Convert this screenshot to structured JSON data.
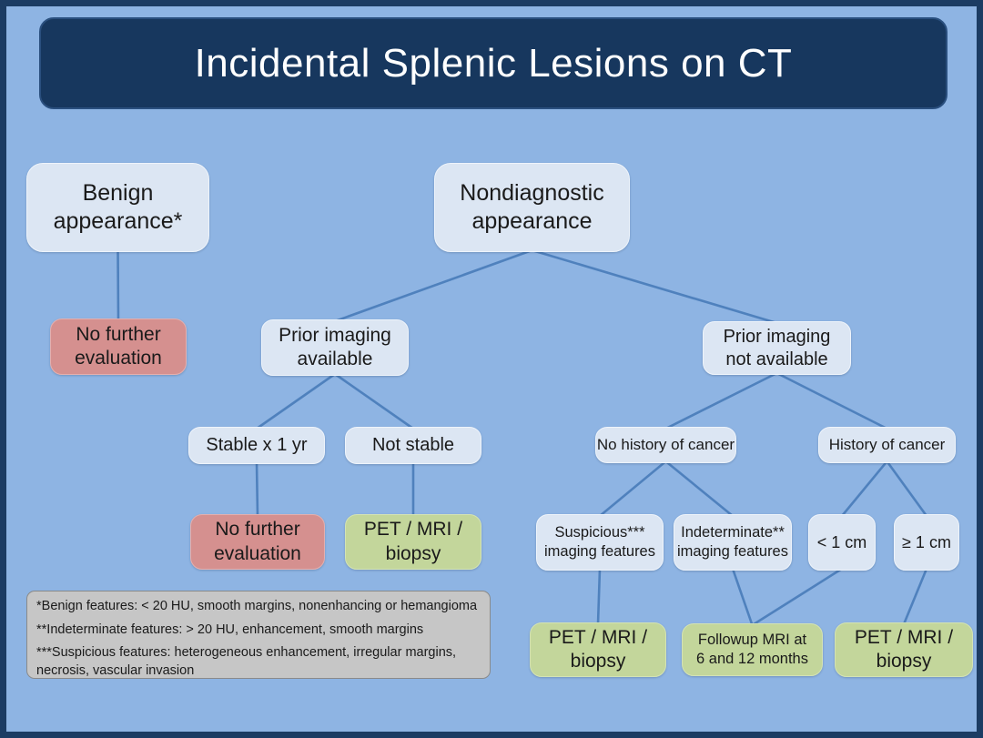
{
  "title": {
    "text": "Incidental Splenic Lesions on CT"
  },
  "colors": {
    "background": "#8eb4e3",
    "outer_border": "#1c3c63",
    "title_bar": "#17375e",
    "title_text": "#ffffff",
    "node_light_blue": "#dce6f3",
    "node_red_stop": "#d5908f",
    "node_green_action": "#c3d69b",
    "footnote_box": "#c6c6c6",
    "connector_line": "#4f81bd"
  },
  "nodes": {
    "benign": {
      "label": "Benign\nappearance*"
    },
    "nondiagnostic": {
      "label": "Nondiagnostic\nappearance"
    },
    "no_further_1": {
      "label": "No further\nevaluation"
    },
    "prior_available": {
      "label": "Prior imaging\navailable"
    },
    "prior_not_available": {
      "label": "Prior imaging\nnot available"
    },
    "stable": {
      "label": "Stable x 1 yr"
    },
    "not_stable": {
      "label": "Not stable"
    },
    "no_history": {
      "label": "No history of cancer"
    },
    "history": {
      "label": "History of cancer"
    },
    "no_further_2": {
      "label": "No further\nevaluation"
    },
    "pet_1": {
      "label": "PET / MRI /\nbiopsy"
    },
    "suspicious": {
      "label": "Suspicious***\nimaging features"
    },
    "indeterminate": {
      "label": "Indeterminate**\nimaging features"
    },
    "lt_1cm": {
      "label": "< 1 cm"
    },
    "ge_1cm": {
      "label": "≥ 1 cm"
    },
    "pet_2": {
      "label": "PET / MRI /\nbiopsy"
    },
    "followup": {
      "label": "Followup MRI at\n6 and 12 months"
    },
    "pet_3": {
      "label": "PET / MRI /\nbiopsy"
    }
  },
  "edges": [
    {
      "from": "benign",
      "to": "no_further_1"
    },
    {
      "from": "nondiagnostic",
      "to": "prior_available"
    },
    {
      "from": "nondiagnostic",
      "to": "prior_not_available"
    },
    {
      "from": "prior_available",
      "to": "stable"
    },
    {
      "from": "prior_available",
      "to": "not_stable"
    },
    {
      "from": "stable",
      "to": "no_further_2"
    },
    {
      "from": "not_stable",
      "to": "pet_1"
    },
    {
      "from": "prior_not_available",
      "to": "no_history"
    },
    {
      "from": "prior_not_available",
      "to": "history"
    },
    {
      "from": "no_history",
      "to": "suspicious"
    },
    {
      "from": "no_history",
      "to": "indeterminate"
    },
    {
      "from": "history",
      "to": "lt_1cm"
    },
    {
      "from": "history",
      "to": "ge_1cm"
    },
    {
      "from": "suspicious",
      "to": "pet_2"
    },
    {
      "from": "indeterminate",
      "to": "followup"
    },
    {
      "from": "lt_1cm",
      "to": "followup"
    },
    {
      "from": "ge_1cm",
      "to": "pet_3"
    }
  ],
  "footnotes": [
    "*Benign features: < 20 HU, smooth margins, nonenhancing or hemangioma",
    "**Indeterminate features: > 20 HU, enhancement, smooth margins",
    "***Suspicious features: heterogeneous enhancement, irregular margins, necrosis, vascular invasion"
  ]
}
